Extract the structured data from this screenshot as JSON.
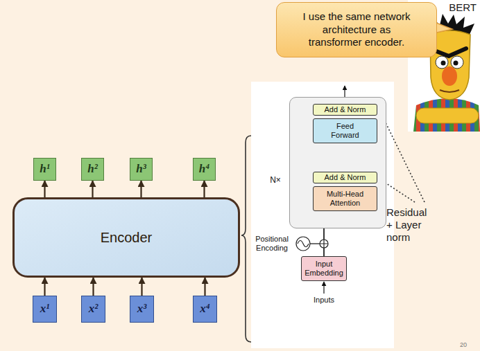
{
  "diagram": {
    "nodes": [
      {
        "text": [
          "I use the same network architecture as transformer encoder."
        ]
      },
      {
        "text": [
          "h¹"
        ]
      },
      {
        "text": [
          "h²"
        ]
      },
      {
        "text": [
          "h³"
        ]
      },
      {
        "text": [
          "h⁴"
        ]
      },
      {
        "text": [
          "Encoder"
        ]
      },
      {
        "text": [
          "N×"
        ]
      },
      {
        "text": [
          "Add & Norm"
        ],
        "in": 6
      },
      {
        "text": [
          "Feed Forward"
        ],
        "in": 6
      },
      {
        "text": [
          "Add & Norm"
        ],
        "in": 6
      },
      {
        "text": [
          "Multi-Head Attention"
        ],
        "in": 6
      },
      {
        "text": [
          "Input Embedding"
        ]
      },
      {
        "text": [
          "x¹"
        ]
      },
      {
        "text": [
          "x²"
        ]
      },
      {
        "text": [
          "x³"
        ]
      },
      {
        "text": [
          "x⁴"
        ]
      }
    ],
    "edges": [
      {
        "from": 12,
        "to": 5,
        "arrow": "to"
      },
      {
        "from": 13,
        "to": 5,
        "arrow": "to"
      },
      {
        "from": 14,
        "to": 5,
        "arrow": "to"
      },
      {
        "from": 15,
        "to": 5,
        "arrow": "to"
      },
      {
        "from": 5,
        "to": 1,
        "arrow": "to"
      },
      {
        "from": 5,
        "to": 2,
        "arrow": "to"
      },
      {
        "from": 5,
        "to": 3,
        "arrow": "to"
      },
      {
        "from": 5,
        "to": 4,
        "arrow": "to"
      },
      {
        "from": 11,
        "to": 10,
        "arrow": "to"
      },
      {
        "from": 11,
        "to": 9,
        "arrow": "to"
      },
      {
        "from": 10,
        "to": 9,
        "arrow": "to"
      },
      {
        "from": 9,
        "to": 8,
        "arrow": "to"
      },
      {
        "from": 9,
        "to": 7,
        "arrow": "to"
      },
      {
        "from": 8,
        "to": 7,
        "arrow": "to"
      }
    ],
    "labels": [
      "BERT",
      "Positional Encoding",
      "Inputs",
      "Residual + Layer norm",
      "20"
    ]
  }
}
